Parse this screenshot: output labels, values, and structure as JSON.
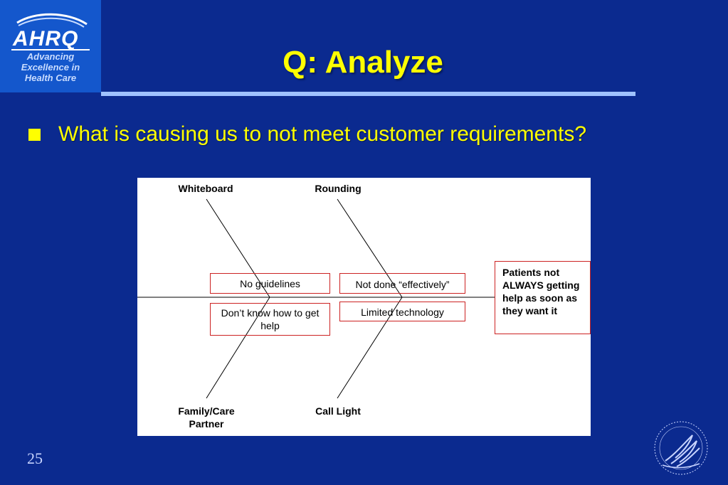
{
  "logo": {
    "wordmark": "AHRQ",
    "tagline": [
      "Advancing",
      "Excellence in",
      "Health Care"
    ]
  },
  "slide": {
    "title": "Q: Analyze",
    "bullet": "What is causing us to not meet customer requirements?",
    "page_number": "25"
  },
  "fishbone": {
    "categories": {
      "top_left": "Whiteboard",
      "top_right": "Rounding",
      "bottom_left": "Family/Care Partner",
      "bottom_right": "Call Light"
    },
    "causes": {
      "no_guidelines": "No guidelines",
      "dont_know": "Don’t know how to get help",
      "not_done_effectively": "Not done “effectively”",
      "limited_technology": "Limited technology"
    },
    "effect": "Patients not ALWAYS getting help as soon as they want it"
  },
  "colors": {
    "background": "#0b2a8f",
    "title": "#ffff00",
    "box_border": "#cc2222"
  },
  "icons": [
    "hhs-seal-icon"
  ]
}
